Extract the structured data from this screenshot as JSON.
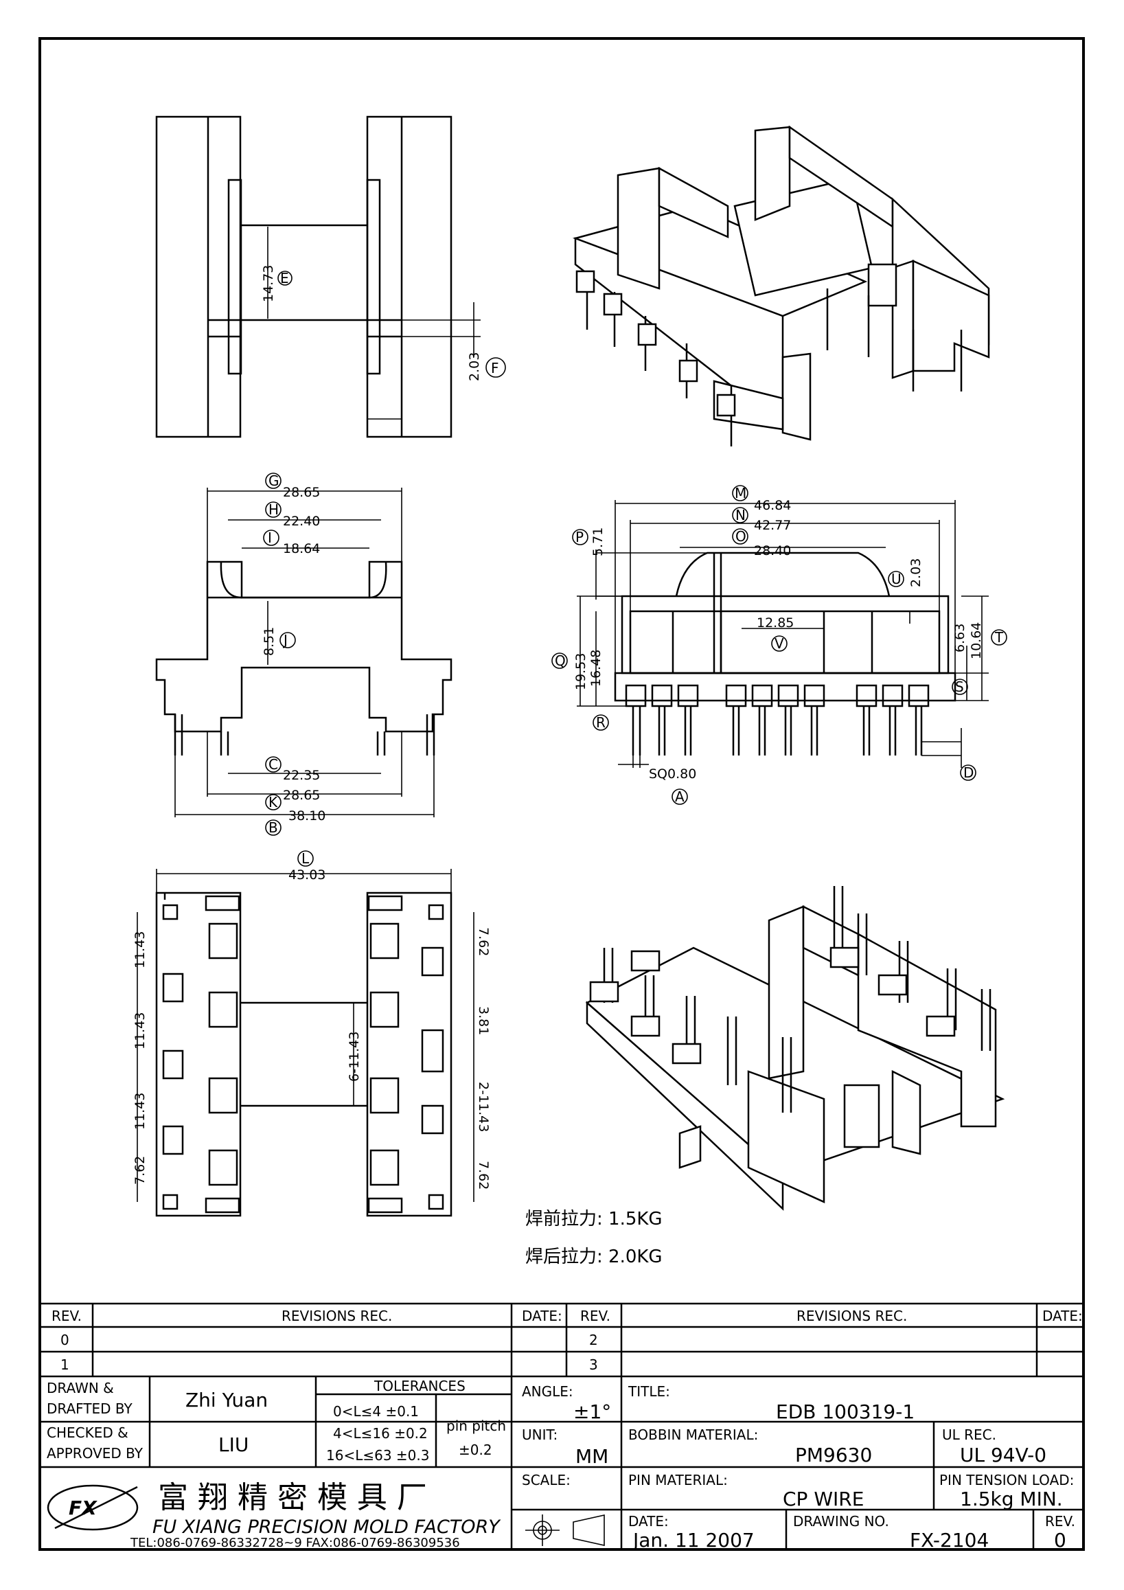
{
  "views": {
    "top": {
      "dims": [
        {
          "key": "e",
          "value": "14.73",
          "label": "E"
        },
        {
          "key": "f",
          "value": "2.03",
          "label": "F"
        }
      ]
    },
    "front": {
      "dims": [
        {
          "key": "g",
          "value": "28.65",
          "label": "G"
        },
        {
          "key": "h",
          "value": "22.40",
          "label": "H"
        },
        {
          "key": "i",
          "value": "18.64",
          "label": "I"
        },
        {
          "key": "j",
          "value": "8.51",
          "label": "J"
        },
        {
          "key": "c",
          "value": "22.35",
          "label": "C"
        },
        {
          "key": "k",
          "value": "28.65",
          "label": "K"
        },
        {
          "key": "b",
          "value": "38.10",
          "label": "B"
        }
      ]
    },
    "side": {
      "dims": [
        {
          "key": "m",
          "value": "46.84",
          "label": "M"
        },
        {
          "key": "n",
          "value": "42.77",
          "label": "N"
        },
        {
          "key": "o",
          "value": "28.40",
          "label": "O"
        },
        {
          "key": "p",
          "value": "5.71",
          "label": "P"
        },
        {
          "key": "u",
          "value": "2.03",
          "label": "U"
        },
        {
          "key": "v",
          "value": "12.85",
          "label": "V"
        },
        {
          "key": "s",
          "value": "6.63",
          "label": "S"
        },
        {
          "key": "t",
          "value": "10.64",
          "label": "T"
        },
        {
          "key": "q",
          "value": "19.53",
          "label": "Q"
        },
        {
          "key": "q2",
          "value": "16.48"
        },
        {
          "key": "r",
          "label": "R"
        },
        {
          "key": "a",
          "value": "SQ0.80",
          "label": "A"
        },
        {
          "key": "d",
          "label": "D"
        }
      ]
    },
    "bottom": {
      "dims": [
        {
          "key": "l",
          "value": "43.03",
          "label": "L"
        },
        {
          "key": "l1",
          "value": "11.43"
        },
        {
          "key": "l2",
          "value": "11.43"
        },
        {
          "key": "l3",
          "value": "11.43"
        },
        {
          "key": "l4",
          "value": "7.62"
        },
        {
          "key": "r1",
          "value": "7.62"
        },
        {
          "key": "r2",
          "value": "3.81"
        },
        {
          "key": "r3",
          "value": "2-11.43"
        },
        {
          "key": "r4",
          "value": "7.62"
        },
        {
          "key": "mid",
          "value": "6-11.43"
        }
      ]
    }
  },
  "notes": {
    "pull_before": "焊前拉力: 1.5KG",
    "pull_after": "焊后拉力: 2.0KG"
  },
  "title_block": {
    "rev_header": "REV.",
    "revisions_header": "REVISIONS    REC.",
    "date_header": "DATE:",
    "rev_rows_left": [
      "0",
      "1"
    ],
    "rev_rows_right": [
      "2",
      "3"
    ],
    "drawn_label": "DRAWN  &\nDRAFTED  BY",
    "drawn_by": "Zhi  Yuan",
    "checked_label": "CHECKED  &\nAPPROVED  BY",
    "checked_by": "LIU",
    "tolerances_label": "TOLERANCES",
    "tol_rows": [
      "0<L≤4    ±0.1",
      "4<L≤16  ±0.2",
      "16<L≤63  ±0.3"
    ],
    "pin_pitch_label": "pin  pitch",
    "pin_pitch_value": "±0.2",
    "angle_label": "ANGLE:",
    "angle_value": "±1°",
    "unit_label": "UNIT:",
    "unit_value": "MM",
    "scale_label": "SCALE:",
    "title_label": "TITLE:",
    "title_value": "EDB  100319-1",
    "bobbin_label": "BOBBIN  MATERIAL:",
    "bobbin_value": "PM9630",
    "ul_label": "UL  REC.",
    "ul_value": "UL  94V-0",
    "pin_material_label": "PIN  MATERIAL:",
    "pin_material_value": "CP  WIRE",
    "pin_tension_label": "PIN  TENSION  LOAD:",
    "pin_tension_value": "1.5kg  MIN.",
    "date_label": "DATE:",
    "date_value": "Jan.  11  2007",
    "drawing_no_label": "DRAWING  NO.",
    "drawing_no_value": "FX-2104",
    "rev_label": "REV.",
    "rev_value": "0",
    "company_cn": "富 翔 精 密 模 具 厂",
    "company_en": "FU  XIANG  PRECISION  MOLD  FACTORY",
    "company_tel": "TEL:086-0769-86332728~9   FAX:086-0769-86309536",
    "logo_text": "FX"
  }
}
